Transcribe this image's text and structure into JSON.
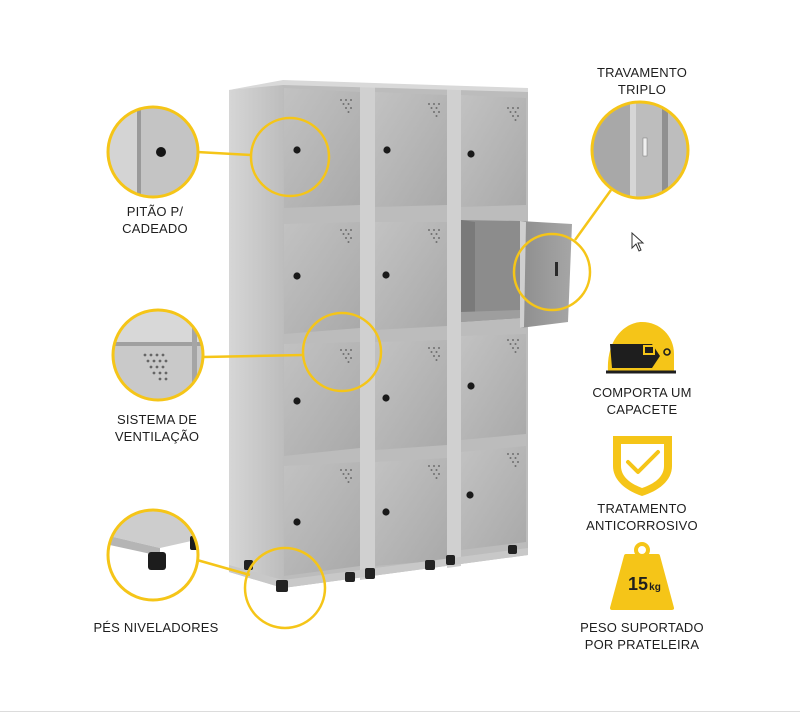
{
  "accent_color": "#f5c518",
  "locker_color": "#b4b4b4",
  "callouts": {
    "padlock": [
      "PITÃO P/",
      "CADEADO"
    ],
    "ventilation": [
      "SISTEMA DE",
      "VENTILAÇÃO"
    ],
    "feet": [
      "PÉS NIVELADORES"
    ],
    "locking": [
      "TRAVAMENTO",
      "TRIPLO"
    ]
  },
  "features": {
    "helmet": {
      "icon": "helmet-icon",
      "lines": [
        "COMPORTA UM",
        "CAPACETE"
      ]
    },
    "anticorrosion": {
      "icon": "shield-check-icon",
      "lines": [
        "TRATAMENTO",
        "ANTICORROSIVO"
      ]
    },
    "weight": {
      "icon": "weight-icon",
      "badge": "15",
      "unit": "kg",
      "lines": [
        "PESO SUPORTADO",
        "POR PRATELEIRA"
      ]
    }
  }
}
